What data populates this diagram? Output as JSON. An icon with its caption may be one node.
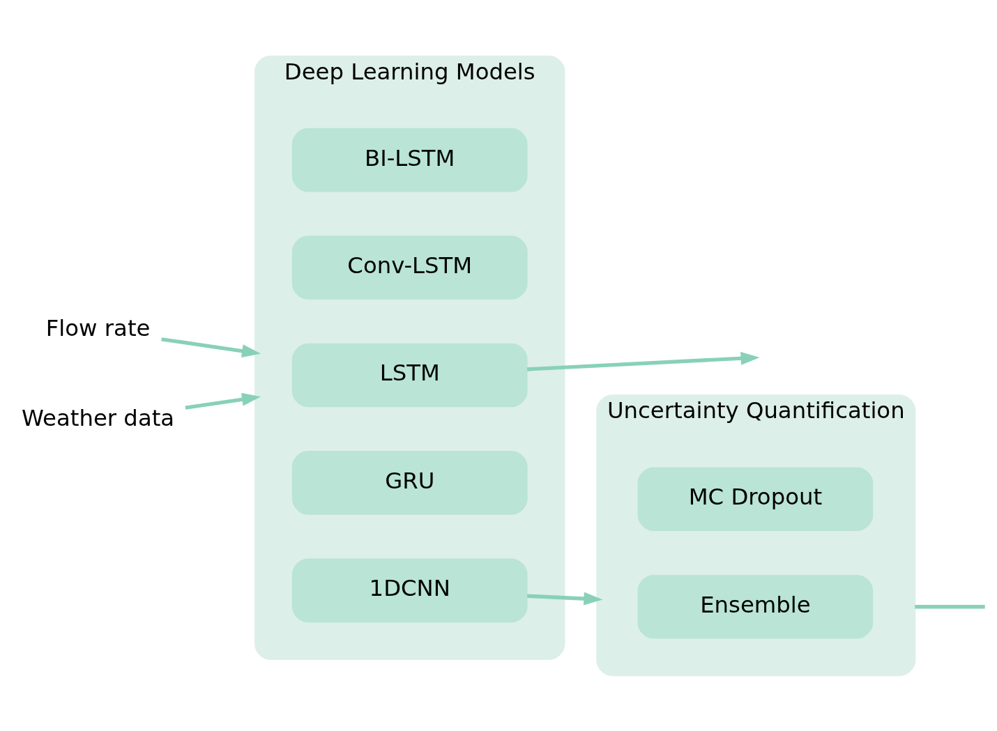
{
  "diagram": {
    "nodes": [
      {
        "text": [
          "Deep Learning Models"
        ]
      },
      {
        "text": [
          "BI-LSTM"
        ],
        "in": 0
      },
      {
        "text": [
          "Conv-LSTM"
        ],
        "in": 0
      },
      {
        "text": [
          "LSTM"
        ],
        "in": 0
      },
      {
        "text": [
          "GRU"
        ],
        "in": 0
      },
      {
        "text": [
          "1DCNN"
        ],
        "in": 0
      },
      {
        "text": [
          "Flow rate"
        ]
      },
      {
        "text": [
          "Weather data"
        ]
      },
      {
        "text": [
          "Uncertainty Quantification"
        ]
      },
      {
        "text": [
          "MC Dropout"
        ],
        "in": 8
      },
      {
        "text": [
          "Ensemble"
        ],
        "in": 8
      }
    ],
    "edges": [
      {
        "from": 6,
        "to": 0,
        "arrow": "to"
      },
      {
        "from": 7,
        "to": 0,
        "arrow": "to"
      },
      {
        "from": 3,
        "to": null,
        "arrow": "to"
      },
      {
        "from": 5,
        "to": 8,
        "arrow": "to"
      },
      {
        "from": 8,
        "to": null,
        "arrow": "none"
      }
    ]
  }
}
